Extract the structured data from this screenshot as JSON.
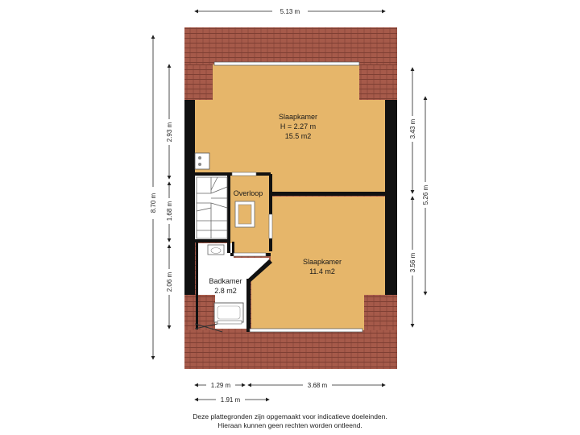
{
  "rooms": {
    "bedroom_top": {
      "name": "Slaapkamer",
      "height": "H = 2.27 m",
      "area": "15.5 m2"
    },
    "landing": {
      "name": "Overloop"
    },
    "bedroom_bottom": {
      "name": "Slaapkamer",
      "area": "11.4 m2"
    },
    "bathroom": {
      "name": "Badkamer",
      "area": "2.8 m2"
    }
  },
  "dimensions": {
    "top_width": "5.13 m",
    "left_total": "8.70 m",
    "left_upper": "2.93 m",
    "left_middle": "1.68 m",
    "left_lower": "2.06 m",
    "right_upper": "3.43 m",
    "right_total": "5.26 m",
    "right_lower": "3.56 m",
    "bottom_left": "1.29 m",
    "bottom_right": "3.68 m",
    "bottom_wide": "1.91 m"
  },
  "disclaimer": {
    "line1": "Deze plattegronden zijn opgemaakt voor indicatieve doeleinden.",
    "line2": "Hieraan kunnen geen rechten worden ontleend."
  },
  "colors": {
    "roof": "#a65a4a",
    "floor": "#e6b66a",
    "wall": "#111111",
    "tile": "#ffffff"
  }
}
